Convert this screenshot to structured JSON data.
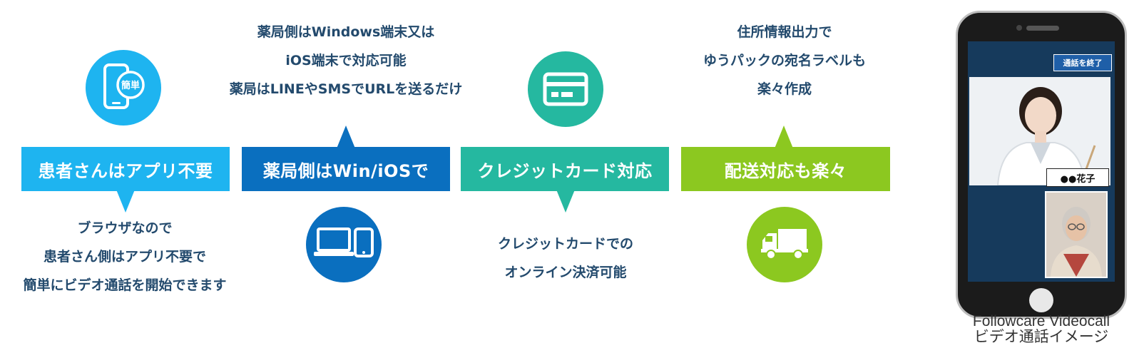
{
  "colors": {
    "feature1": "#1eb4f0",
    "feature2": "#0a6fbf",
    "feature3": "#25b8a0",
    "feature4": "#8cc820",
    "text": "#234a6d"
  },
  "features": [
    {
      "title": "患者さんはアプリ不要",
      "icon": "smartphone-icon",
      "icon_label": "簡単",
      "description": [
        "ブラウザなので",
        "患者さん側はアプリ不要で",
        "簡単にビデオ通話を開始できます"
      ]
    },
    {
      "title": "薬局側はWin/iOSで",
      "icon": "devices-icon",
      "description": [
        "薬局側はWindows端末又は",
        "iOS端末で対応可能",
        "薬局はLINEやSMSでURLを送るだけ"
      ]
    },
    {
      "title": "クレジットカード対応",
      "icon": "credit-card-icon",
      "description": [
        "クレジットカードでの",
        "オンライン決済可能"
      ]
    },
    {
      "title": "配送対応も楽々",
      "icon": "truck-icon",
      "description": [
        "住所情報出力で",
        "ゆうパックの宛名ラベルも",
        "楽々作成"
      ]
    }
  ],
  "phone": {
    "end_call_button": "通話を終了",
    "name_tag": "●●花子"
  },
  "caption": {
    "line1": "Followcare Videocall",
    "line2": "ビデオ通話イメージ"
  }
}
